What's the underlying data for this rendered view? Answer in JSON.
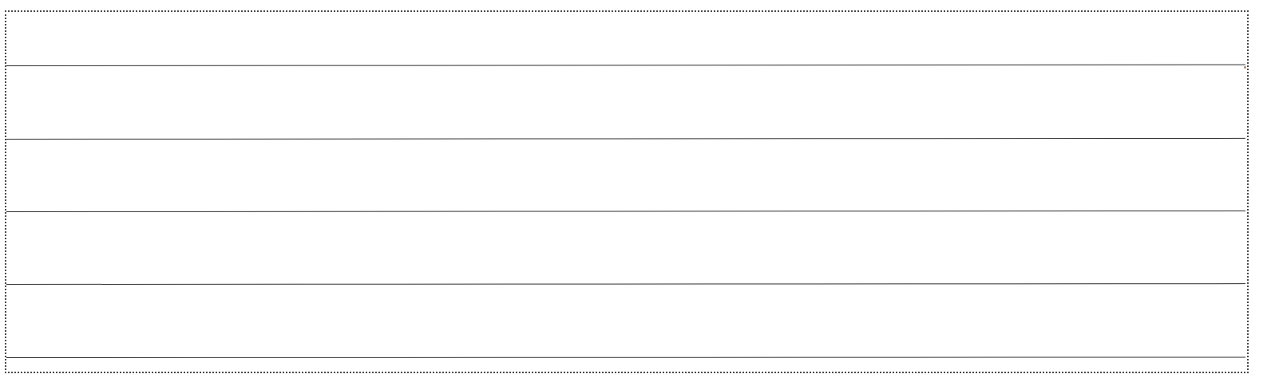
{
  "document": {
    "kind": "blank ruled writing area",
    "ruled_line_count": 5,
    "border_style": "dotted",
    "line_color": "#2b2b2b",
    "border_color": "#4a4a4a",
    "background_color": "#ffffff"
  }
}
